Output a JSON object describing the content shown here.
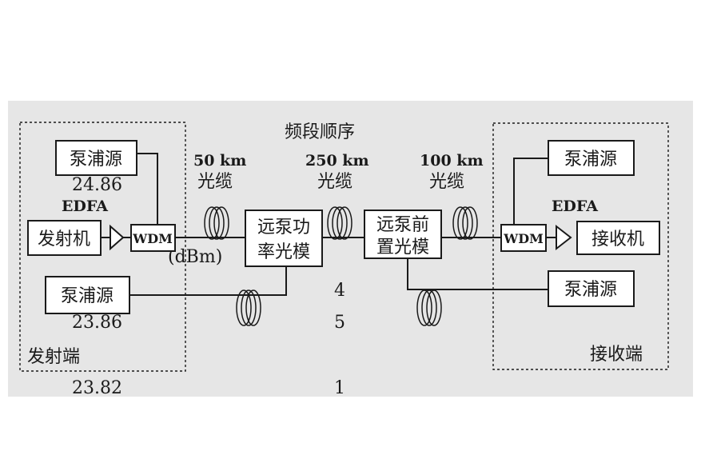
{
  "colors": {
    "band": "#e6e6e6",
    "ink": "#1a1a1a",
    "ghost_text": "#c6c6c6"
  },
  "transmitter": {
    "region_label": "发射端",
    "pump_source_top": "泵浦源",
    "pump_source_bottom": "泵浦源",
    "edfa_label": "EDFA",
    "wdm_label": "WDM",
    "transmitter_label": "发射机"
  },
  "receiver": {
    "region_label": "接收端",
    "pump_source_top": "泵浦源",
    "pump_source_bottom": "泵浦源",
    "edfa_label": "EDFA",
    "wdm_label": "WDM",
    "receiver_label": "接收机"
  },
  "modules": {
    "remote_pump_power": [
      "远泵功",
      "率光模"
    ],
    "remote_pump_pre": [
      "远泵前",
      "置光模"
    ]
  },
  "spans": [
    {
      "length": "50 km",
      "label": "光缆"
    },
    {
      "length": "250 km",
      "label": "光缆"
    },
    {
      "length": "100 km",
      "label": "光缆"
    }
  ],
  "background_text": [
    "频段顺序",
    "24.86",
    "(dBm)",
    "4",
    "5",
    "23.86",
    "1",
    "23.82"
  ]
}
